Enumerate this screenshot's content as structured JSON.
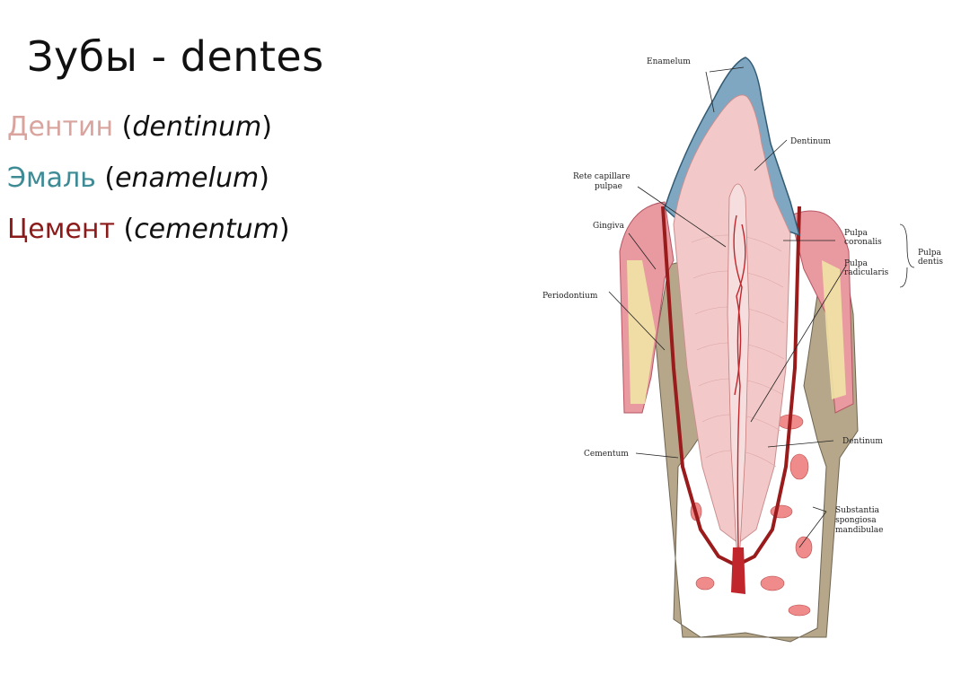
{
  "title": "Зубы - dentes",
  "terms": [
    {
      "ru": "Дентин",
      "lat": "dentinum",
      "color": "#d9a49e"
    },
    {
      "ru": "Эмаль",
      "lat": "enamelum",
      "color": "#3e8b96"
    },
    {
      "ru": "Цемент",
      "lat": "cementum",
      "color": "#8b1a1a"
    }
  ],
  "figure": {
    "labels": {
      "enamelum": "Enamelum",
      "dentinum_top": "Dentinum",
      "rete1": "Rete capillare",
      "rete2": "pulpae",
      "gingiva": "Gingiva",
      "pulpa_cor1": "Pulpa",
      "pulpa_cor2": "coronalis",
      "pulpa_rad1": "Pulpa",
      "pulpa_rad2": "radicularis",
      "pulpa_dentis1": "Pulpa",
      "pulpa_dentis2": "dentis",
      "periodontium": "Periodontium",
      "cementum": "Cementum",
      "dentinum_bottom": "Dentinum",
      "substantia1": "Substantia",
      "substantia2": "spongiosa",
      "substantia3": "mandibulae"
    }
  }
}
